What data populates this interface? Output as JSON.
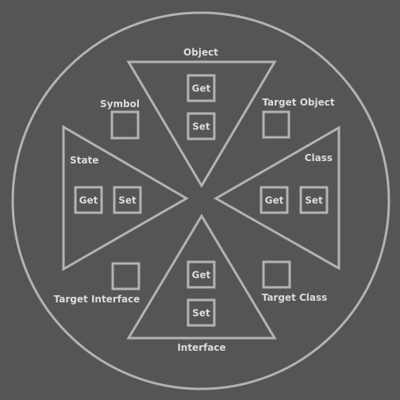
{
  "diagram": {
    "object": {
      "label": "Object",
      "get": "Get",
      "set": "Set"
    },
    "class": {
      "label": "Class",
      "get": "Get",
      "set": "Set"
    },
    "interface": {
      "label": "Interface",
      "get": "Get",
      "set": "Set"
    },
    "state": {
      "label": "State",
      "get": "Get",
      "set": "Set"
    },
    "symbol": {
      "label": "Symbol"
    },
    "target_object": {
      "label": "Target Object"
    },
    "target_interface": {
      "label": "Target Interface"
    },
    "target_class": {
      "label": "Target Class"
    }
  },
  "colors": {
    "background": "#555555",
    "stroke": "#b3b3b3",
    "text": "#dcdcdc"
  }
}
